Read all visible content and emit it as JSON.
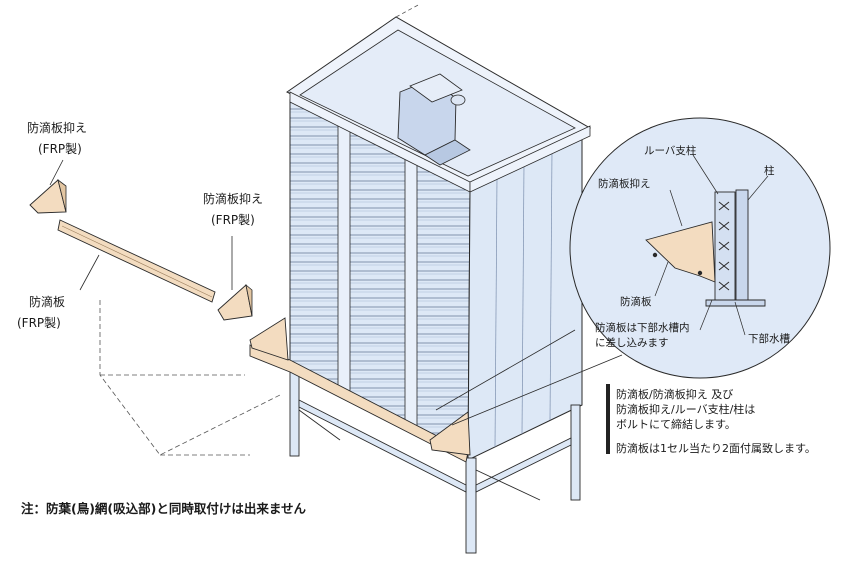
{
  "labels": {
    "guard_top_left_title": "防滴板抑え",
    "guard_top_left_material": "(FRP製)",
    "guard_mid_title": "防滴板抑え",
    "guard_mid_material": "(FRP製)",
    "plate_title": "防滴板",
    "plate_material": "(FRP製)"
  },
  "detail": {
    "louver_post": "ルーバ支柱",
    "guard": "防滴板抑え",
    "column": "柱",
    "plate": "防滴板",
    "lower_tank": "下部水槽",
    "insert_note_line1": "防滴板は下部水槽内",
    "insert_note_line2": "に差し込みます"
  },
  "notes": {
    "bolt_line1": "防滴板/防滴板抑え 及び",
    "bolt_line2": "防滴板抑え/ルーバ支柱/柱は",
    "bolt_line3": "ボルトにて締結します。",
    "per_cell": "防滴板は1セル当たり2面付属致します。"
  },
  "footnote": "注：防葉(鳥)網(吸込部)と同時取付けは出来ません",
  "colors": {
    "panel_blue": "#dde8f6",
    "panel_blue_dark": "#b9cde8",
    "line": "#2a2a2a",
    "frp_tan": "#f3dcc0",
    "detail_circle": "#dfe9f7"
  }
}
